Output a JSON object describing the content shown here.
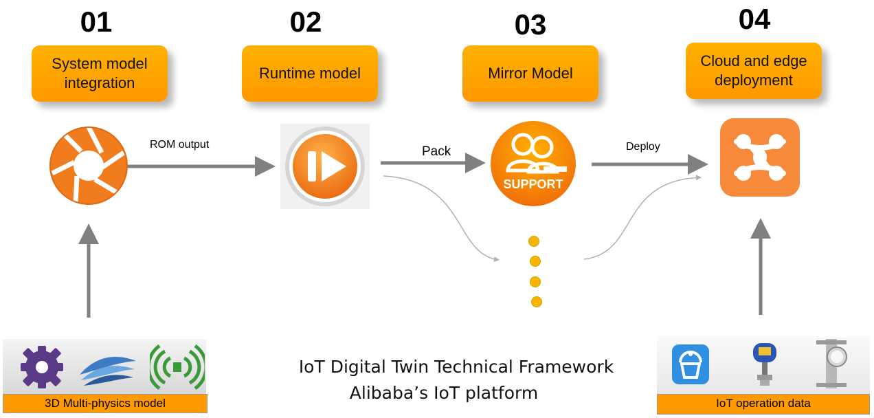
{
  "steps": [
    {
      "num": "01",
      "label": "System model integration"
    },
    {
      "num": "02",
      "label": "Runtime model"
    },
    {
      "num": "03",
      "label": "Mirror Model"
    },
    {
      "num": "04",
      "label": "Cloud and edge deployment"
    }
  ],
  "edges": {
    "rom_output": "ROM output",
    "pack": "Pack",
    "deploy": "Deploy"
  },
  "icons": {
    "support_text": "SUPPORT"
  },
  "bottom": {
    "left_label": "3D Multi-physics model",
    "right_label": "IoT operation data"
  },
  "title": {
    "line1": "IoT Digital Twin Technical Framework",
    "line2": "Alibaba’s IoT platform"
  },
  "colors": {
    "orange": "#ff9900",
    "arrow_gray": "#808080",
    "dot_yellow": "#f8b500"
  }
}
